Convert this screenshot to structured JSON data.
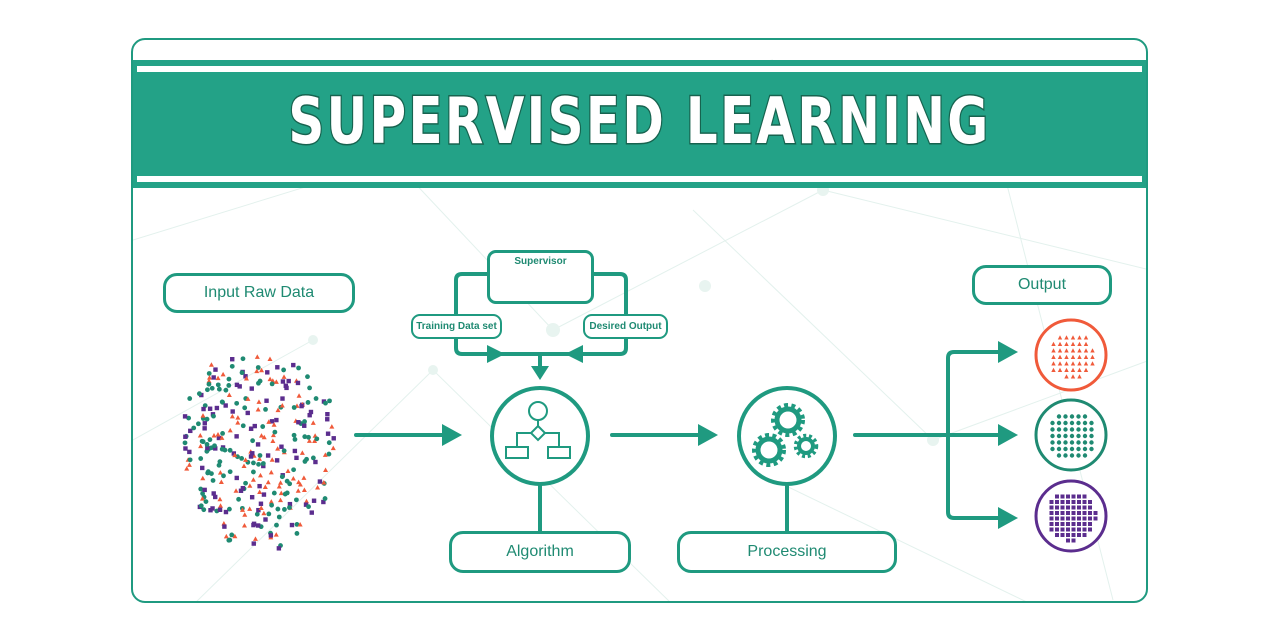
{
  "title": "SUPERVISED LEARNING",
  "colors": {
    "primary": "#1f9a80",
    "banner": "#23a287",
    "title_outline": "#17634f",
    "orange": "#f05a3a",
    "purple": "#5b2d8e",
    "green_dot": "#1f8a72"
  },
  "nodes": {
    "input": {
      "label": "Input Raw Data"
    },
    "supervisor": {
      "label": "Supervisor",
      "icon": "person-at-computer-icon"
    },
    "training": {
      "label": "Training Data set"
    },
    "desired": {
      "label": "Desired Output"
    },
    "algorithm": {
      "label": "Algorithm",
      "icon": "flowchart-icon"
    },
    "processing": {
      "label": "Processing",
      "icon": "gears-icon"
    },
    "output": {
      "label": "Output"
    }
  },
  "outputs": [
    {
      "name": "triangles-cluster",
      "shape": "triangle",
      "color": "#f05a3a"
    },
    {
      "name": "circles-cluster",
      "shape": "circle",
      "color": "#1f8a72"
    },
    {
      "name": "squares-cluster",
      "shape": "square",
      "color": "#5b2d8e"
    }
  ]
}
